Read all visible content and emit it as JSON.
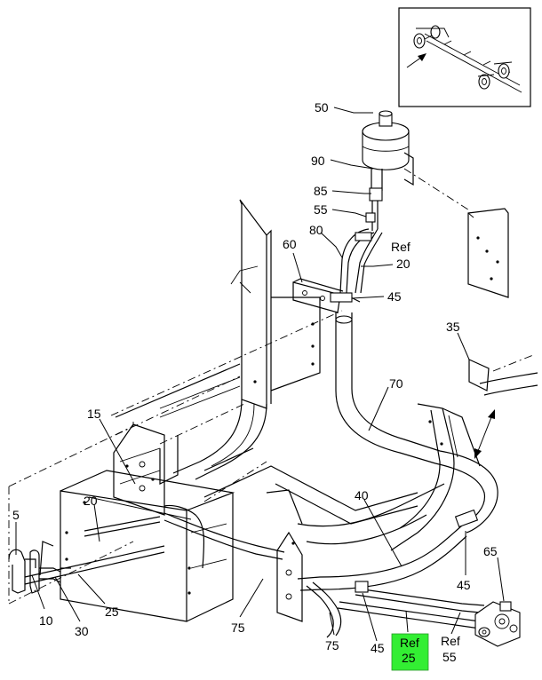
{
  "callouts": {
    "c50": "50",
    "c90": "90",
    "c85": "85",
    "c55": "55",
    "c80": "80",
    "c60": "60",
    "ref20": [
      "Ref",
      "20"
    ],
    "c45a": "45",
    "c35": "35",
    "c70": "70",
    "c15": "15",
    "c40": "40",
    "c20": "20",
    "c5": "5",
    "c65": "65",
    "c45b": "45",
    "c25": "25",
    "c10": "10",
    "c30": "30",
    "c75a": "75",
    "c75b": "75",
    "c45c": "45",
    "ref55": [
      "Ref",
      "55"
    ],
    "ref25": [
      "Ref",
      "25"
    ]
  },
  "colors": {
    "highlight": "#33ee33",
    "line": "#000000",
    "background": "#ffffff"
  }
}
